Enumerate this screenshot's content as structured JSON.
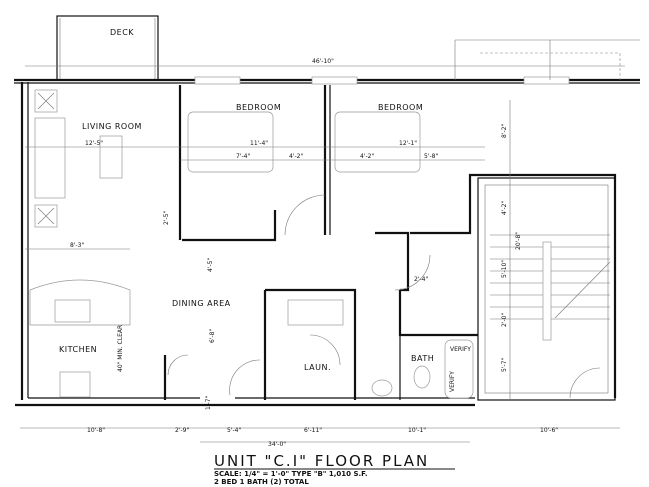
{
  "title": "UNIT \"C.I\" FLOOR PLAN",
  "subtitle_1": "SCALE: 1/4\" = 1'-0\"  TYPE \"B\" 1,010 S.F.",
  "subtitle_2": "2 BED 1 BATH (2) TOTAL",
  "rooms": {
    "deck": "DECK",
    "living_room": "LIVING ROOM",
    "bedroom_1": "BEDROOM",
    "bedroom_2": "BEDROOM",
    "dining_area": "DINING AREA",
    "kitchen": "KITCHEN",
    "laundry": "LAUN.",
    "bath": "BATH"
  },
  "notes": {
    "verify_1": "VERIFY",
    "verify_2": "VERIFY",
    "clearance": "40\" MIN. CLEAR"
  },
  "dimensions": {
    "overall_width": "46'-10\"",
    "living_width": "12'-5\"",
    "bed1_width": "11'-4\"",
    "bed1_bed": "7'-4\"",
    "bed1_closet": "4'-2\"",
    "bed2_left": "4'-2\"",
    "bed2_width": "12'-1\"",
    "bed2_right": "5'-8\"",
    "kitchen_counter": "8'-3\"",
    "closet_depth": "2'-5\"",
    "dining_depth": "4'-5\"",
    "entry_depth": "6'-8\"",
    "hall_width": "2'-4\"",
    "bed2_depth": "8'-2\"",
    "stair_top": "4'-2\"",
    "stair_total": "20'-8\"",
    "stair_run": "5'-10\"",
    "stair_landing": "2'-0\"",
    "stair_bottom": "5'-7\"",
    "entry_offset": "1'-7\"",
    "bottom_kitchen": "10'-8\"",
    "bottom_closet": "2'-9\"",
    "bottom_entry": "5'-4\"",
    "bottom_laundry": "6'-11\"",
    "bottom_bath": "10'-1\"",
    "bottom_stair": "10'-6\"",
    "bottom_overall": "34'-0\""
  }
}
